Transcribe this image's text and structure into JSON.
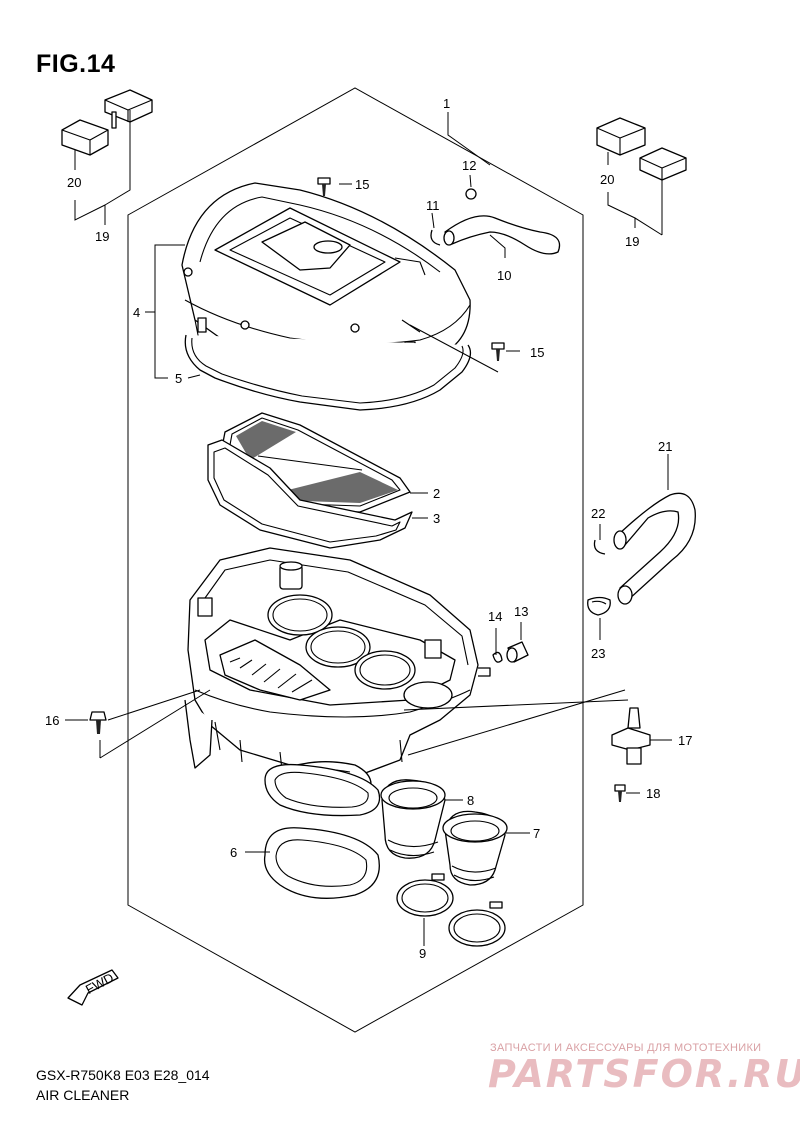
{
  "header": {
    "fig_title": "FIG.14"
  },
  "footer": {
    "model_code": "GSX-R750K8 E03 E28_014",
    "section_name": "AIR CLEANER"
  },
  "watermark": {
    "tagline": "ЗАПЧАСТИ И АКСЕССУАРЫ ДЛЯ МОТОТЕХНИКИ",
    "brand": "PARTSFOR.RU"
  },
  "fwd_marker": "FWD",
  "callouts": [
    "1",
    "2",
    "3",
    "4",
    "5",
    "6",
    "7",
    "8",
    "9",
    "10",
    "11",
    "12",
    "13",
    "14",
    "15",
    "15",
    "16",
    "17",
    "18",
    "19",
    "19",
    "20",
    "20",
    "21",
    "22",
    "23"
  ]
}
